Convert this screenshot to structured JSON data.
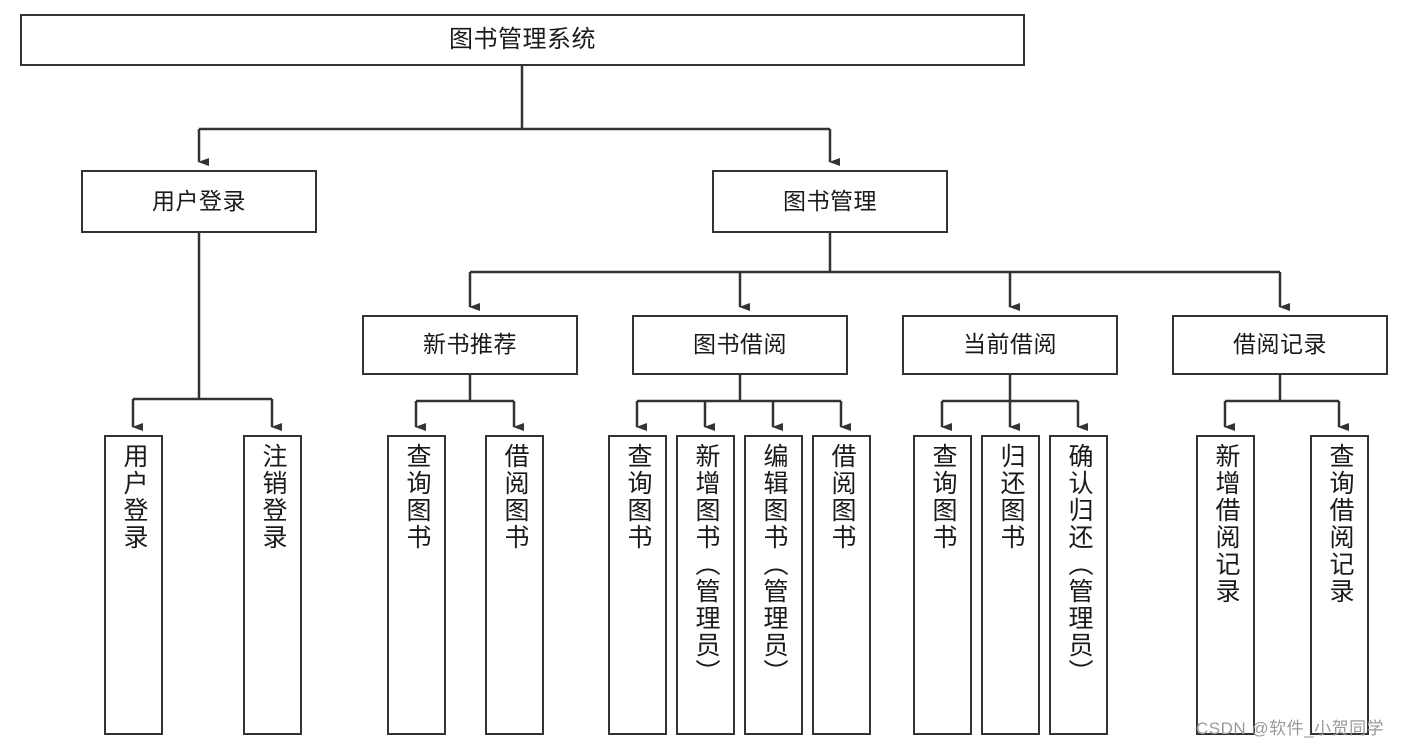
{
  "diagram": {
    "title": "图书管理系统",
    "type": "functional-structure-tree",
    "levels": 4,
    "colors": {
      "box_border": "#333333",
      "box_fill": "#ffffff",
      "connector": "#333333",
      "text": "#1a1a1a",
      "watermark": "#9a9a9a",
      "background": "#ffffff"
    }
  },
  "nodes": {
    "root": {
      "label": "图书管理系统"
    },
    "level2": [
      {
        "label": "用户登录"
      },
      {
        "label": "图书管理"
      }
    ],
    "level3": [
      {
        "label": "新书推荐"
      },
      {
        "label": "图书借阅"
      },
      {
        "label": "当前借阅"
      },
      {
        "label": "借阅记录"
      }
    ],
    "leaves_user_login": [
      {
        "label": "用户登录"
      },
      {
        "label": "注销登录"
      }
    ],
    "leaves_new_book": [
      {
        "label": "查询图书"
      },
      {
        "label": "借阅图书"
      }
    ],
    "leaves_borrow_book": [
      {
        "label": "查询图书"
      },
      {
        "label": "新增图书（管理员）"
      },
      {
        "label": "编辑图书（管理员）"
      },
      {
        "label": "借阅图书"
      }
    ],
    "leaves_current_borrow": [
      {
        "label": "查询图书"
      },
      {
        "label": "归还图书"
      },
      {
        "label": "确认归还（管理员）"
      }
    ],
    "leaves_borrow_record": [
      {
        "label": "新增借阅记录"
      },
      {
        "label": "查询借阅记录"
      }
    ]
  },
  "watermark": {
    "text": "CSDN @软件_小贺同学"
  }
}
